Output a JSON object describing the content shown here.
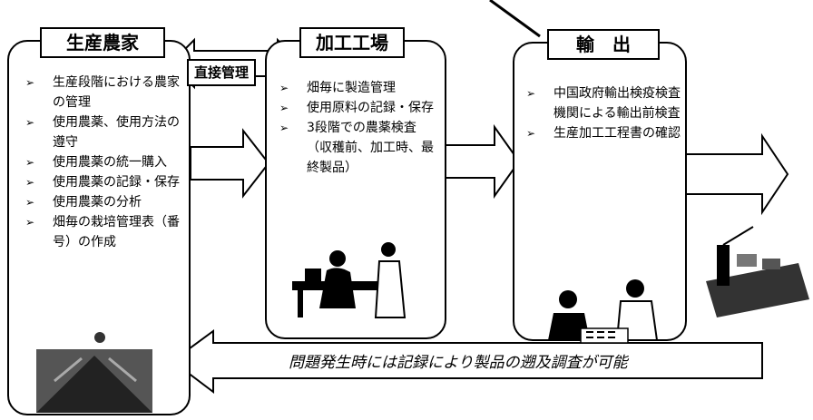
{
  "panels": {
    "farm": {
      "title": "生産農家",
      "items": [
        "生産段階における農家の管理",
        "使用農薬、使用方法の遵守",
        "使用農薬の統一購入",
        "使用農薬の記録・保存",
        "使用農薬の分析",
        "畑毎の栽培管理表（番号）の作成"
      ]
    },
    "factory": {
      "title": "加工工場",
      "items": [
        "畑毎に製造管理",
        "使用原料の記録・保存",
        "3段階での農薬検査（収穫前、加工時、最終製品）"
      ]
    },
    "export": {
      "title": "輸　出",
      "items": [
        "中国政府輸出検疫検査機関による輸出前検査",
        "生産加工工程書の確認"
      ]
    }
  },
  "bullet_mark": "➢",
  "direct_label": "直接管理",
  "feedback_caption": "問題発生時には記録により製品の遡及調査が可能",
  "icons": [
    "farm-field-photo",
    "lab-workers-illustration",
    "inspectors-illustration",
    "cargo-ship-illustration"
  ]
}
